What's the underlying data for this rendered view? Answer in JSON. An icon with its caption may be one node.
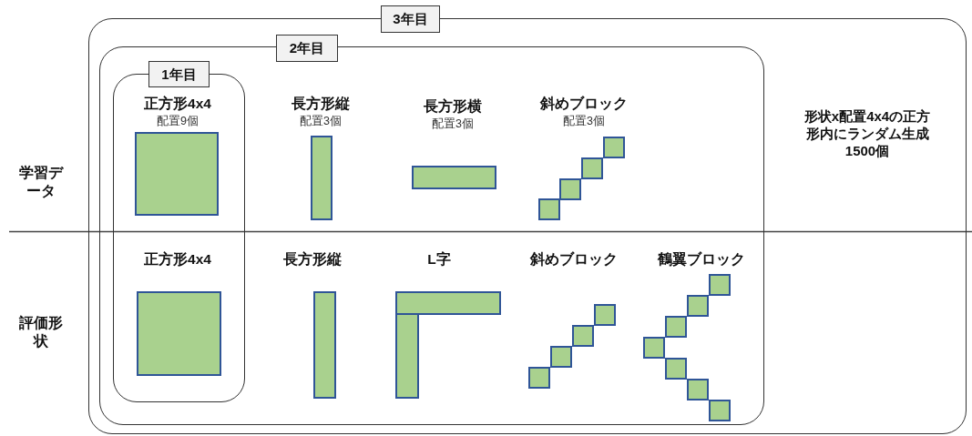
{
  "diagram": {
    "nodes": [
      {
        "text": [
          "3年目",
          "形状x配置4x4の正方形内にランダム生成1500個"
        ]
      },
      {
        "text": [
          "2年目",
          "長方形縦",
          "配置3個",
          "長方形横",
          "配置3個",
          "斜めブロック",
          "配置3個",
          "長方形縦",
          "L字",
          "斜めブロック",
          "鶴翼ブロック"
        ],
        "in": 0
      },
      {
        "text": [
          "1年目",
          "正方形4x4",
          "配置9個",
          "正方形4x4"
        ],
        "in": 1
      }
    ],
    "labels": [
      "学習データ",
      "評価形状"
    ]
  }
}
